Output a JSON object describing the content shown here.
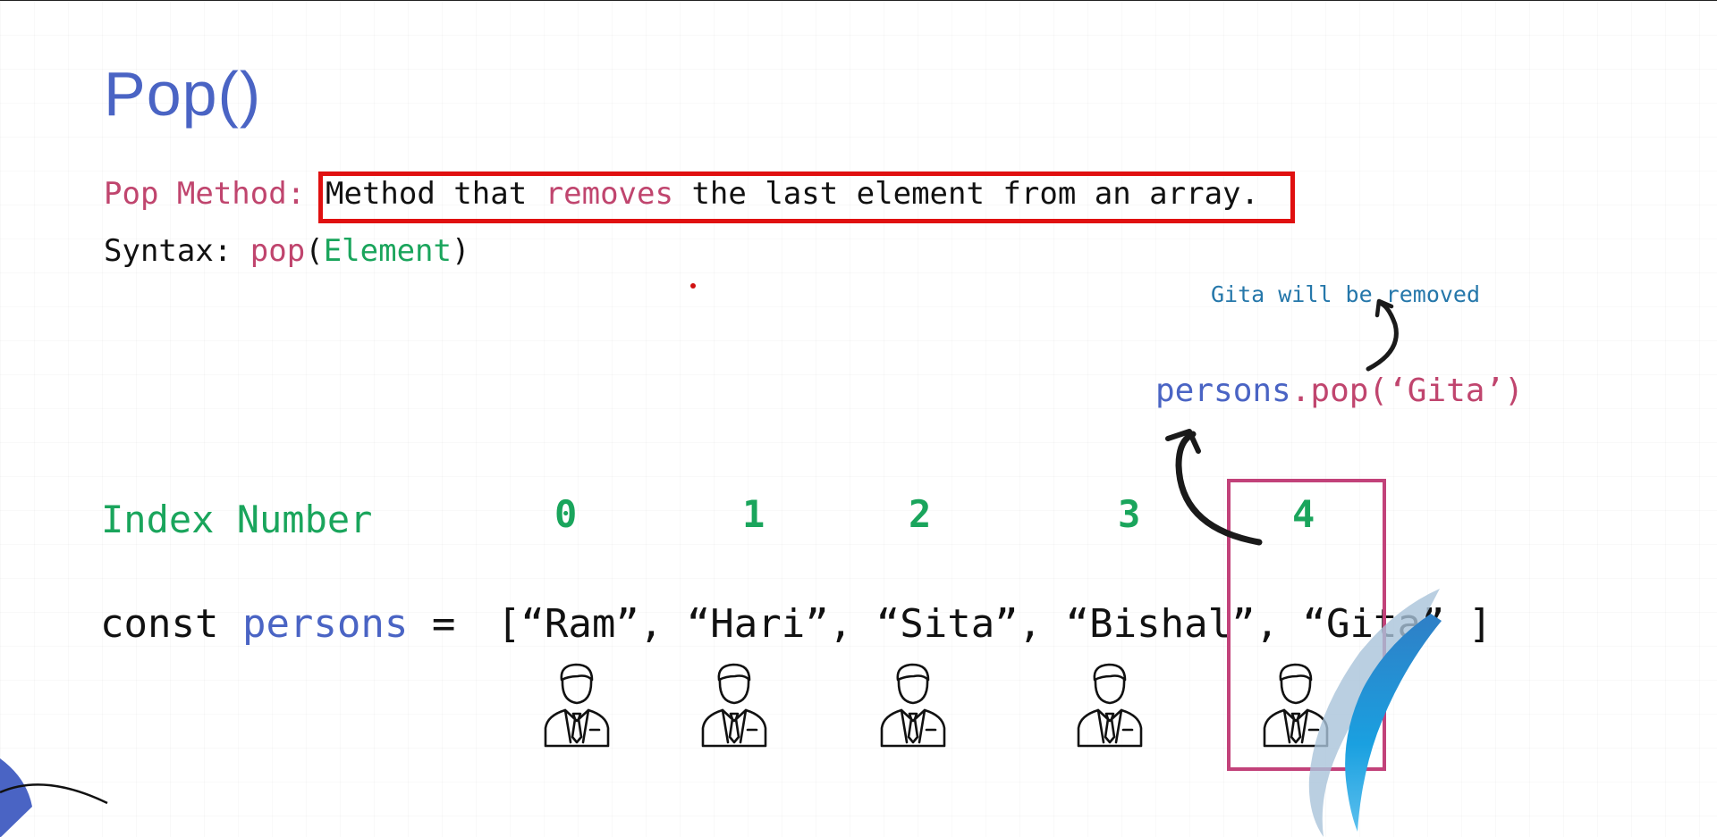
{
  "slide": {
    "title": "Pop()",
    "definition": {
      "label": "Pop Method:",
      "text_before": "Method that",
      "keyword": "removes",
      "text_after": "the last element from an array."
    },
    "syntax": {
      "label": "Syntax:",
      "func": "pop",
      "open_paren": "(",
      "param": "Element",
      "close_paren": ")"
    },
    "note": "Gita will be removed",
    "call": {
      "object": "persons",
      "dot": ".",
      "method": "pop(‘Gita’)"
    },
    "index": {
      "label": "Index Number",
      "numbers": [
        "0",
        "1",
        "2",
        "3",
        "4"
      ]
    },
    "code": {
      "keyword": "const",
      "variable": "persons",
      "assign": "=",
      "array_text": "[“Ram”, “Hari”, “Sita”, “Bishal”, “Gita” ]"
    },
    "colors": {
      "title": "#4a64c4",
      "highlight_box": "#e01010",
      "selection_box": "#c2427a",
      "index": "#1aa55c",
      "accent_pink": "#c0456e"
    },
    "icons": [
      "person-icon",
      "person-icon",
      "person-icon",
      "person-icon",
      "person-icon"
    ]
  }
}
